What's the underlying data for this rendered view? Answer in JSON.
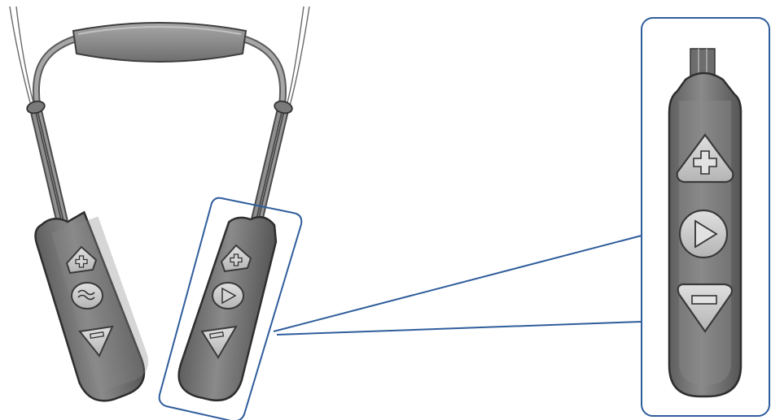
{
  "figure": {
    "kind": "neckband-headset-controls-illustration",
    "colors": {
      "body": "#7b7b7b",
      "body_dark": "#4a4a4a",
      "body_light": "#9a9a9a",
      "button_face": "#c9c9c9",
      "button_edge": "#3c3c3c",
      "callout": "#2f5d9c",
      "cable": "#8c8c8c",
      "background": "#ffffff"
    },
    "left_remote": {
      "buttons": [
        {
          "name": "volume-up",
          "icon": "plus-icon"
        },
        {
          "name": "ambient",
          "icon": "wave-icon"
        },
        {
          "name": "volume-down",
          "icon": "minus-icon"
        }
      ]
    },
    "right_remote": {
      "buttons": [
        {
          "name": "volume-up",
          "icon": "plus-icon"
        },
        {
          "name": "play-pause",
          "icon": "play-icon"
        },
        {
          "name": "volume-down",
          "icon": "minus-icon"
        }
      ]
    },
    "callout": {
      "zoomed_remote": "right_remote",
      "buttons": [
        {
          "name": "volume-up",
          "icon": "plus-icon"
        },
        {
          "name": "play-pause",
          "icon": "play-icon"
        },
        {
          "name": "volume-down",
          "icon": "minus-icon"
        }
      ]
    }
  }
}
